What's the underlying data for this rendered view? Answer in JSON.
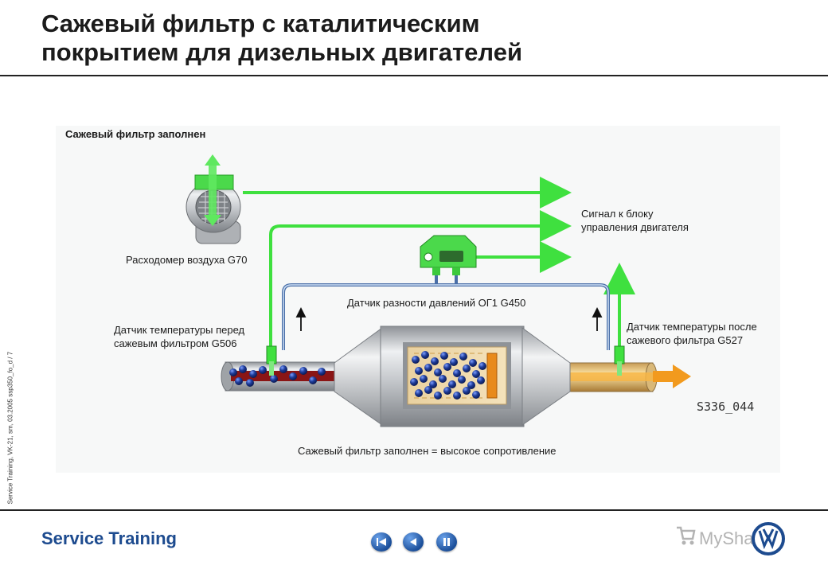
{
  "header": {
    "title_line1": "Сажевый фильтр с каталитическим",
    "title_line2": "покрытием для дизельных двигателей"
  },
  "sidebar_vertical_text": "Service Training, VK-21, sm, 03.2005      ssp350_fo_d / 7",
  "diagram": {
    "state_label": "Сажевый фильтр заполнен",
    "airflow_meter_label": "Расходомер воздуха G70",
    "signal_label_line1": "Сигнал к блоку",
    "signal_label_line2": "управления двигателя",
    "pressure_sensor_label": "Датчик разности давлений ОГ1 G450",
    "temp_before_line1": "Датчик температуры перед",
    "temp_before_line2": "сажевым фильтром G506",
    "temp_after_line1": "Датчик температуры после",
    "temp_after_line2": "сажевого фильтра G527",
    "figure_code": "S336_044",
    "caption": "Сажевый фильтр заполнен = высокое сопротивление",
    "colors": {
      "signal_green": "#3fe03f",
      "pressure_line": "#4a6fa8",
      "soot_blue": "#1e3c9a",
      "exhaust_orange": "#f29a1e",
      "exhaust_red": "#8a1515",
      "metal": "#b9bcc0"
    }
  },
  "footer": {
    "brand": "Service Training",
    "nav": [
      {
        "name": "first-page-icon"
      },
      {
        "name": "previous-page-icon"
      },
      {
        "name": "pause-icon"
      }
    ],
    "watermark": "MyShared"
  }
}
